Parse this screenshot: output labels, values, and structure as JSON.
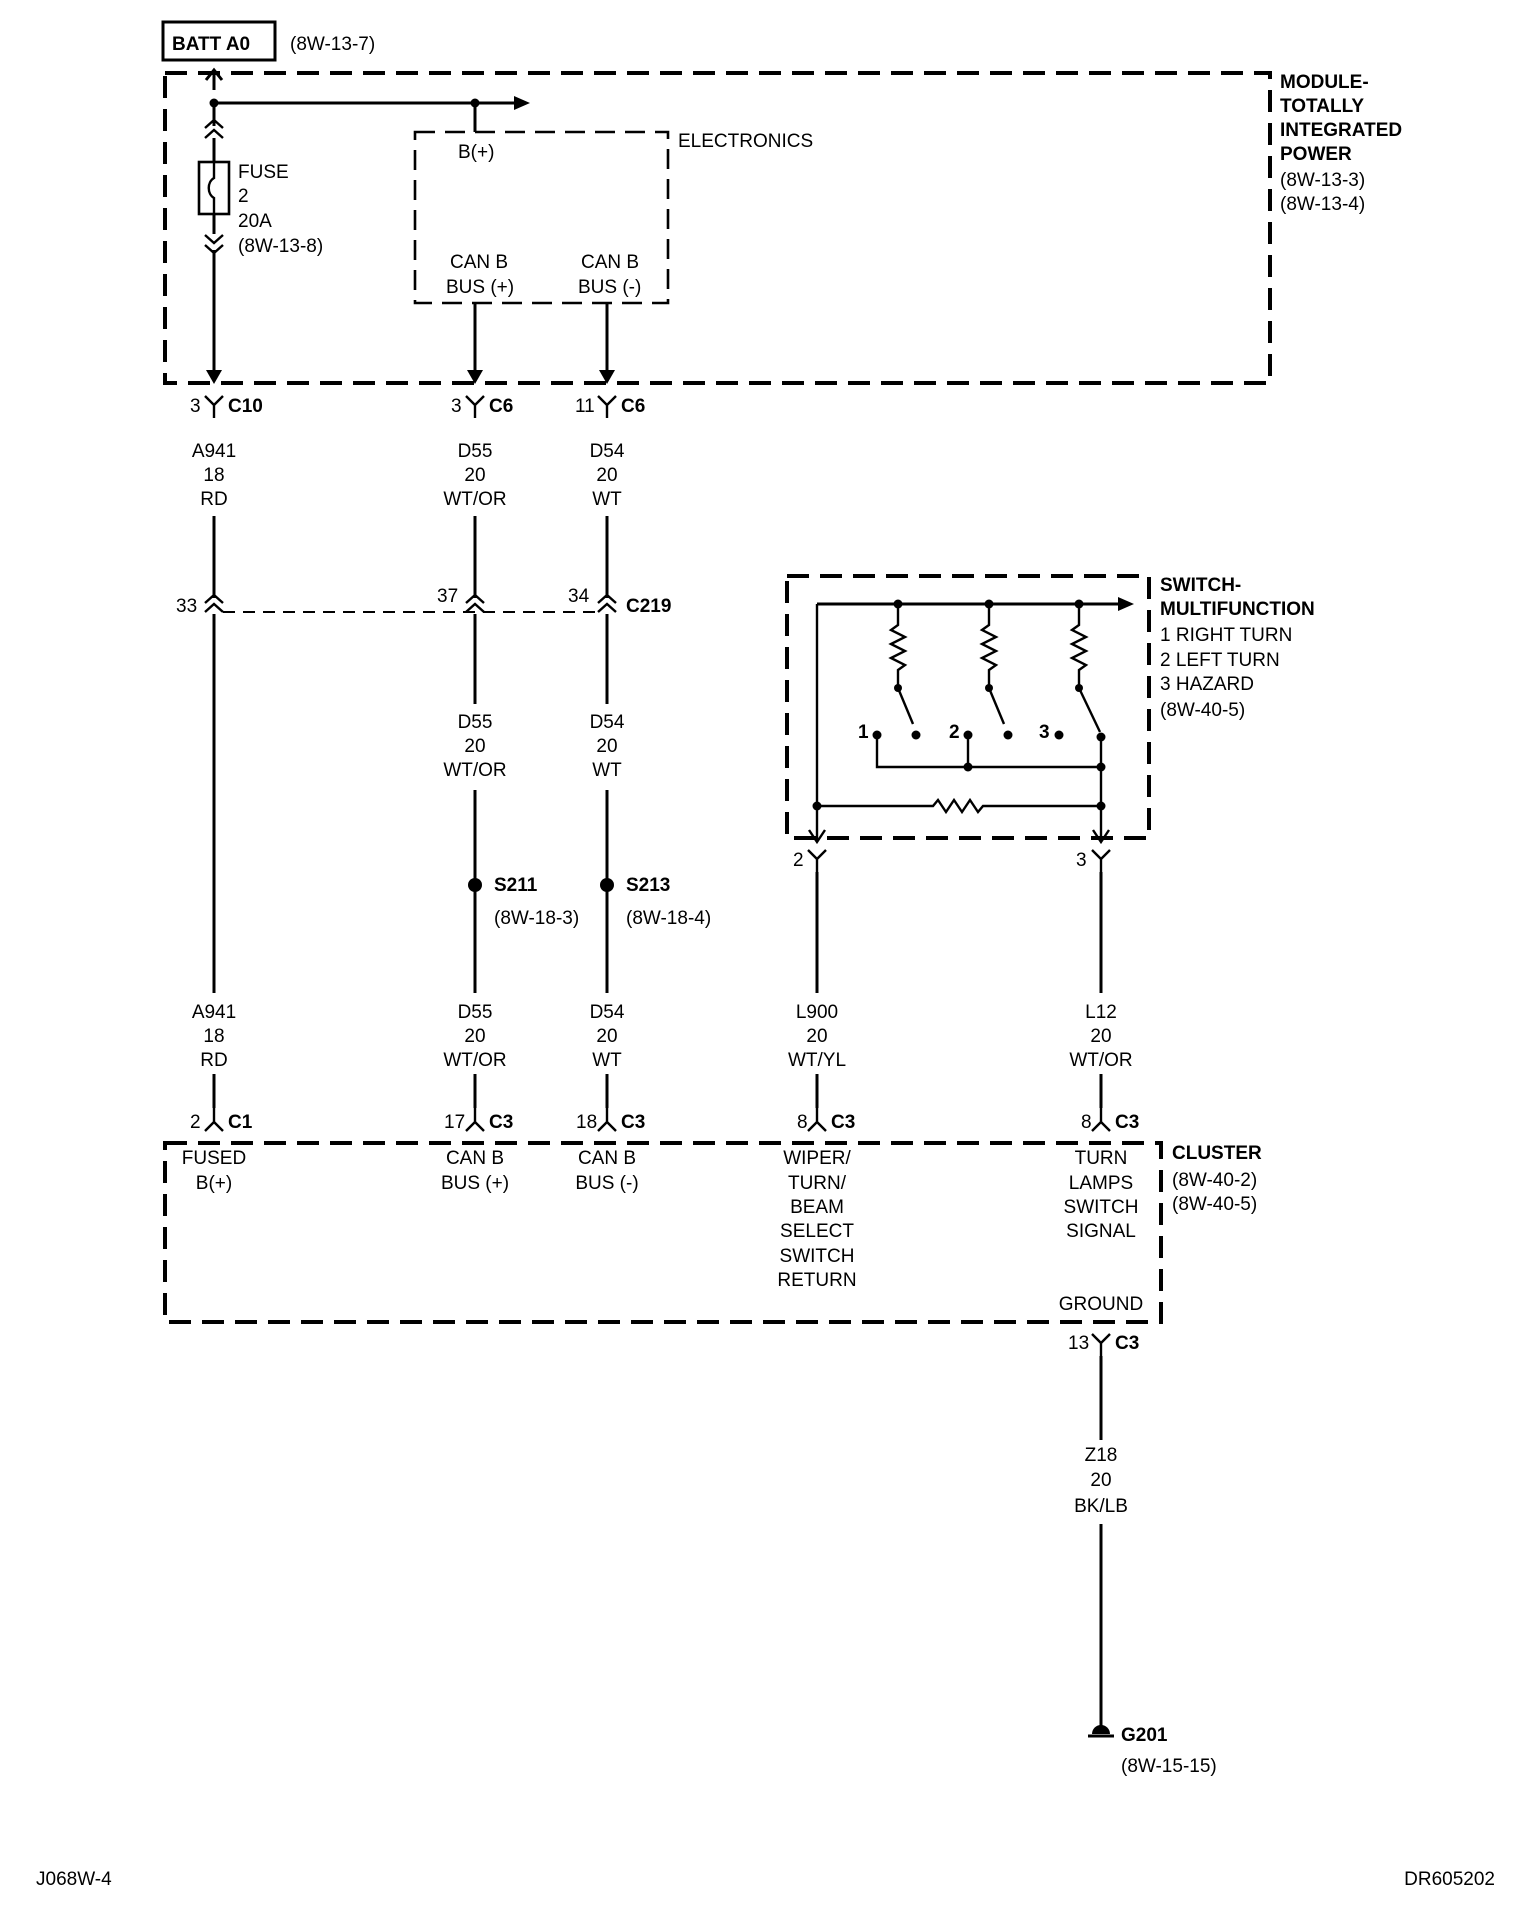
{
  "batt": {
    "label": "BATT A0",
    "ref": "(8W-13-7)"
  },
  "tipm": {
    "lines": [
      "MODULE-",
      "TOTALLY",
      "INTEGRATED",
      "POWER"
    ],
    "refs": [
      "(8W-13-3)",
      "(8W-13-4)"
    ]
  },
  "fuse": {
    "lines": [
      "FUSE",
      "2",
      "20A",
      "(8W-13-8)"
    ]
  },
  "electronics": {
    "label": "ELECTRONICS",
    "bplus": "B(+)",
    "canp": [
      "CAN B",
      "BUS (+)"
    ],
    "canm": [
      "CAN B",
      "BUS (-)"
    ]
  },
  "connectors": {
    "c10": {
      "pin": "3",
      "name": "C10"
    },
    "c6a": {
      "pin": "3",
      "name": "C6"
    },
    "c6b": {
      "pin": "11",
      "name": "C6"
    },
    "c219": {
      "pin_a": "33",
      "pin_b": "37",
      "pin_c": "34",
      "name": "C219"
    },
    "sw2": {
      "pin": "2"
    },
    "sw3": {
      "pin": "3"
    },
    "c1": {
      "pin": "2",
      "name": "C1"
    },
    "c3a": {
      "pin": "17",
      "name": "C3"
    },
    "c3b": {
      "pin": "18",
      "name": "C3"
    },
    "c3c": {
      "pin": "8",
      "name": "C3"
    },
    "c3d": {
      "pin": "8",
      "name": "C3"
    },
    "c3g": {
      "pin": "13",
      "name": "C3"
    }
  },
  "wires": {
    "a941_top": [
      "A941",
      "18",
      "RD"
    ],
    "d55_top": [
      "D55",
      "20",
      "WT/OR"
    ],
    "d54_top": [
      "D54",
      "20",
      "WT"
    ],
    "d55_mid": [
      "D55",
      "20",
      "WT/OR"
    ],
    "d54_mid": [
      "D54",
      "20",
      "WT"
    ],
    "a941_bot": [
      "A941",
      "18",
      "RD"
    ],
    "d55_bot": [
      "D55",
      "20",
      "WT/OR"
    ],
    "d54_bot": [
      "D54",
      "20",
      "WT"
    ],
    "l900": [
      "L900",
      "20",
      "WT/YL"
    ],
    "l12": [
      "L12",
      "20",
      "WT/OR"
    ],
    "z18": [
      "Z18",
      "20",
      "BK/LB"
    ]
  },
  "splices": {
    "s211": {
      "name": "S211",
      "ref": "(8W-18-3)"
    },
    "s213": {
      "name": "S213",
      "ref": "(8W-18-4)"
    }
  },
  "switch": {
    "title": [
      "SWITCH-",
      "MULTIFUNCTION"
    ],
    "items": [
      "1 RIGHT TURN",
      "2 LEFT TURN",
      "3 HAZARD"
    ],
    "ref": "(8W-40-5)",
    "nums": [
      "1",
      "2",
      "3"
    ]
  },
  "cluster": {
    "title": "CLUSTER",
    "refs": [
      "(8W-40-2)",
      "(8W-40-5)"
    ],
    "fused": [
      "FUSED",
      "B(+)"
    ],
    "canp": [
      "CAN B",
      "BUS (+)"
    ],
    "canm": [
      "CAN B",
      "BUS (-)"
    ],
    "wiper": [
      "WIPER/",
      "TURN/",
      "BEAM",
      "SELECT",
      "SWITCH",
      "RETURN"
    ],
    "turn": [
      "TURN",
      "LAMPS",
      "SWITCH",
      "SIGNAL"
    ],
    "ground": "GROUND"
  },
  "g201": {
    "name": "G201",
    "ref": "(8W-15-15)"
  },
  "footer": {
    "left": "J068W-4",
    "right": "DR605202"
  }
}
